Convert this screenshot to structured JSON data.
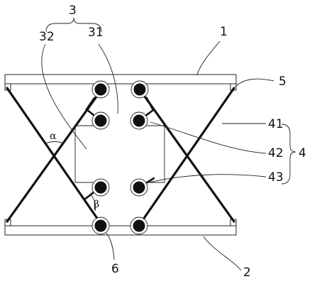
{
  "labels": {
    "assembly": "3",
    "left_column": "32",
    "right_column": "31",
    "top_plate": "1",
    "bottom_plate": "2",
    "plate_end": "5",
    "strut_group": "4",
    "main_strut": "41",
    "link_arm": "42",
    "lower_link": "43",
    "hinge_point": "6",
    "angle_alpha": "α",
    "angle_beta": "β"
  }
}
